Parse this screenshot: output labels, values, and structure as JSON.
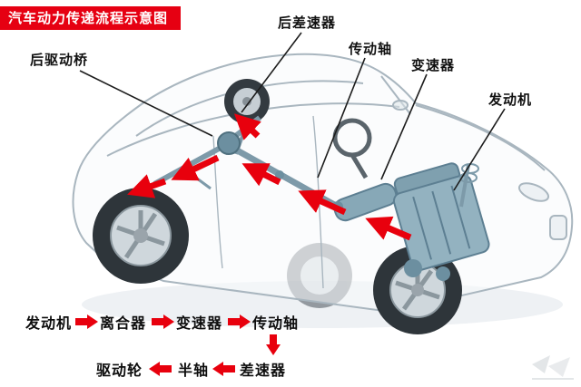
{
  "title": "汽车动力传递流程示意图",
  "colors": {
    "accent_red": "#e60012",
    "flow_arrow_red": "#e8000d",
    "label_text": "#101010",
    "title_text": "#ffffff",
    "car_line": "#a9b6bf",
    "drivetrain_teal": "#6c8fa0"
  },
  "component_labels": [
    {
      "id": "rear-drive-axle",
      "text": "后驱动桥"
    },
    {
      "id": "rear-differential",
      "text": "后差速器"
    },
    {
      "id": "drive-shaft",
      "text": "传动轴"
    },
    {
      "id": "transmission",
      "text": "变速器"
    },
    {
      "id": "engine",
      "text": "发动机"
    }
  ],
  "flow_chart": {
    "row1": [
      {
        "id": "engine",
        "text": "发动机"
      },
      {
        "id": "clutch",
        "text": "离合器"
      },
      {
        "id": "transmission",
        "text": "变速器"
      },
      {
        "id": "drive-shaft",
        "text": "传动轴"
      }
    ],
    "row2": [
      {
        "id": "drive-wheels",
        "text": "驱动轮"
      },
      {
        "id": "half-shaft",
        "text": "半轴"
      },
      {
        "id": "differential",
        "text": "差速器"
      }
    ]
  }
}
